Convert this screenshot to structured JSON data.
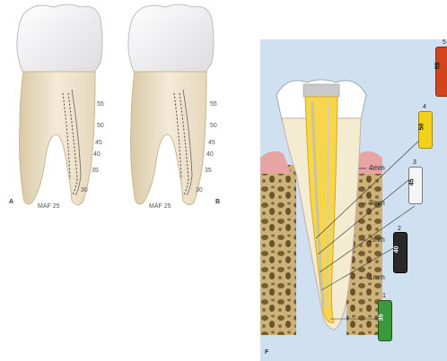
{
  "panel_a": {
    "letter": "A",
    "maf": "MAF 25",
    "sizes": [
      "55",
      "50",
      "45",
      "40",
      "35",
      "30"
    ]
  },
  "panel_b": {
    "letter": "B",
    "maf": "MAF 25",
    "sizes": [
      "55",
      "50",
      "45",
      "40",
      "35",
      "30"
    ]
  },
  "panel_f": {
    "letter": "F",
    "mm_labels": [
      "4mm",
      "3mm",
      "2mm",
      "1mm"
    ],
    "files": [
      {
        "num": "5",
        "size": "55",
        "color": "#d2441c"
      },
      {
        "num": "4",
        "size": "50",
        "color": "#f4d21a"
      },
      {
        "num": "3",
        "size": "45",
        "color": "#f5f5f5"
      },
      {
        "num": "2",
        "size": "40",
        "color": "#2a2a2a"
      },
      {
        "num": "1",
        "size": "35",
        "color": "#3a9a3a"
      }
    ]
  }
}
